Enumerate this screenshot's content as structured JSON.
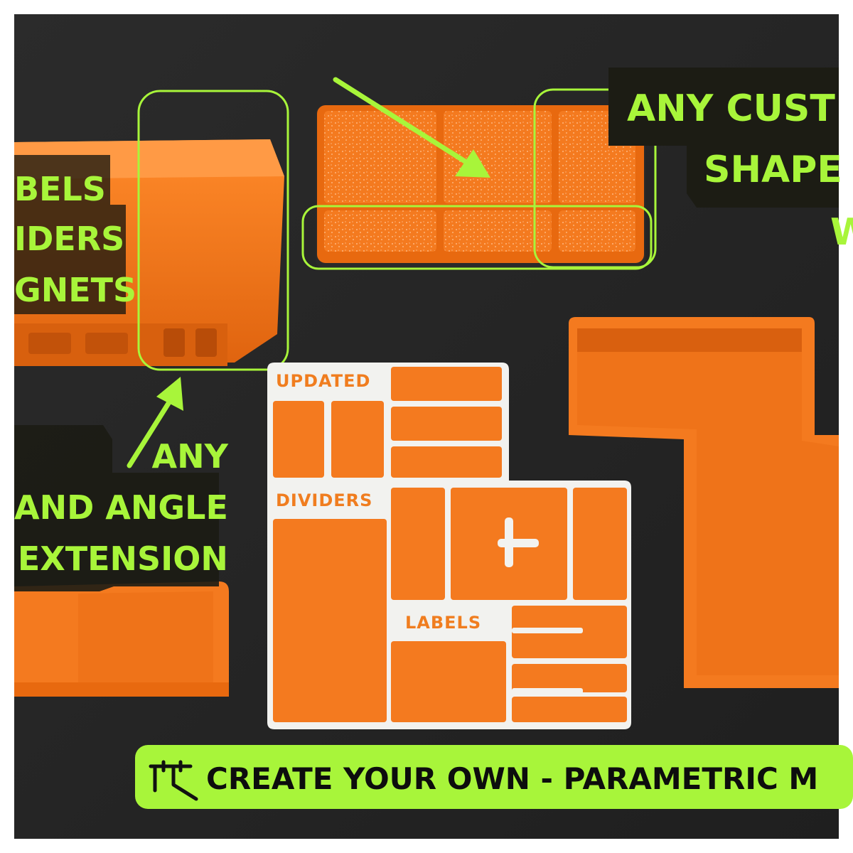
{
  "colors": {
    "background": "#262626",
    "frame": "#ffffff",
    "accent_green": "#a8f53a",
    "orange": "#f47a1f",
    "orange_dark": "#c9560c",
    "orange_light": "#ff9a45",
    "tray_white": "#f2f2ef",
    "caption_bg": "#1c1c14"
  },
  "captions": {
    "left_top": [
      "BELS",
      "IDERS",
      "GNETS"
    ],
    "left_bottom": [
      "ANY",
      "AND ANGLE",
      "EXTENSION"
    ],
    "right_top": [
      "ANY CUST",
      "SHAPE",
      "W"
    ]
  },
  "tray_labels": {
    "updated": "UPDATED",
    "dividers": "DIVIDERS",
    "labels": "LABELS"
  },
  "banner": {
    "text": "CREATE YOUR OWN - PARAMETRIC M",
    "icon": "caliper-icon"
  }
}
